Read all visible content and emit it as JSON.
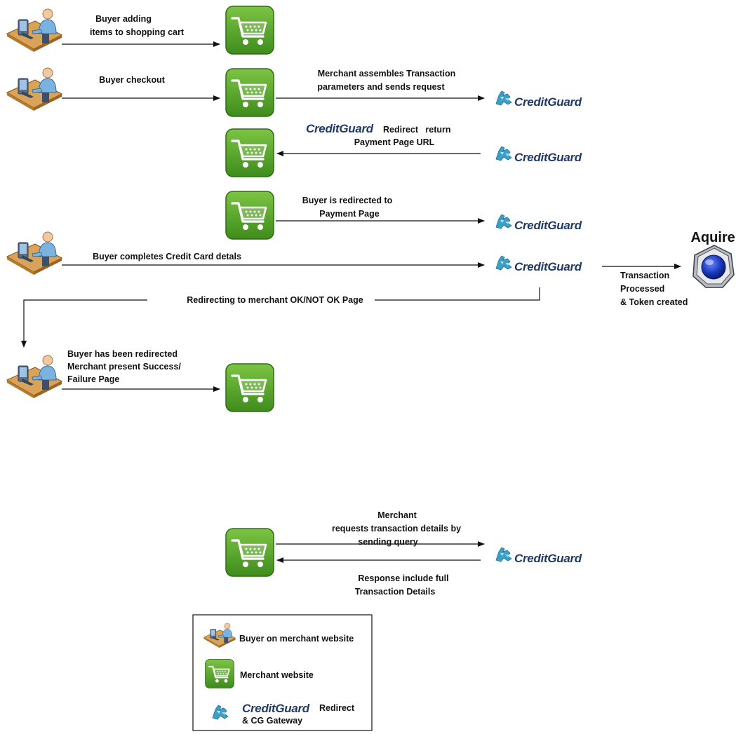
{
  "flow": {
    "s1_label_1": "Buyer adding",
    "s1_label_2": "items to shopping cart",
    "s2_label": "Buyer checkout",
    "s3_label_1": "Merchant assembles Transaction",
    "s3_label_2": "parameters and sends request",
    "s4_label_brand": "CreditGuard",
    "s4_label_1": "Redirect   return",
    "s4_label_2": "Payment Page URL",
    "s5_label_1": "Buyer is redirected to",
    "s5_label_2": "Payment Page",
    "s6_label": "Buyer completes Credit Card detals",
    "s7_label": "Redirecting to merchant OK/NOT OK Page",
    "s8_label_1": "Buyer has been redirected",
    "s8_label_2": "Merchant present Success/",
    "s8_label_3": "Failure Page"
  },
  "acquirer": {
    "title": "Aquirer",
    "label_1": "Transaction",
    "label_2": "Processed",
    "label_3": "& Token created"
  },
  "query": {
    "label_1": "Merchant",
    "label_2": "requests transaction details by",
    "label_3": "sending query",
    "response_1": "Response include full",
    "response_2": "Transaction Details"
  },
  "brand": {
    "name": "CreditGuard",
    "color": "#1f3a66"
  },
  "legend": {
    "buyer": "Buyer on merchant website",
    "merchant": "Merchant website",
    "cg_brand": "CreditGuard",
    "cg_1": "Redirect",
    "cg_2": "& CG Gateway"
  },
  "icons": {
    "buyer": "buyer-at-computer-icon",
    "merchant": "shopping-cart-icon",
    "gateway": "creditguard-logo",
    "acquirer": "acquirer-sphere-icon"
  },
  "colors": {
    "cart_green": "#5fae2e",
    "cart_dark": "#3c7f1a",
    "sphere_blue": "#1736b8"
  }
}
